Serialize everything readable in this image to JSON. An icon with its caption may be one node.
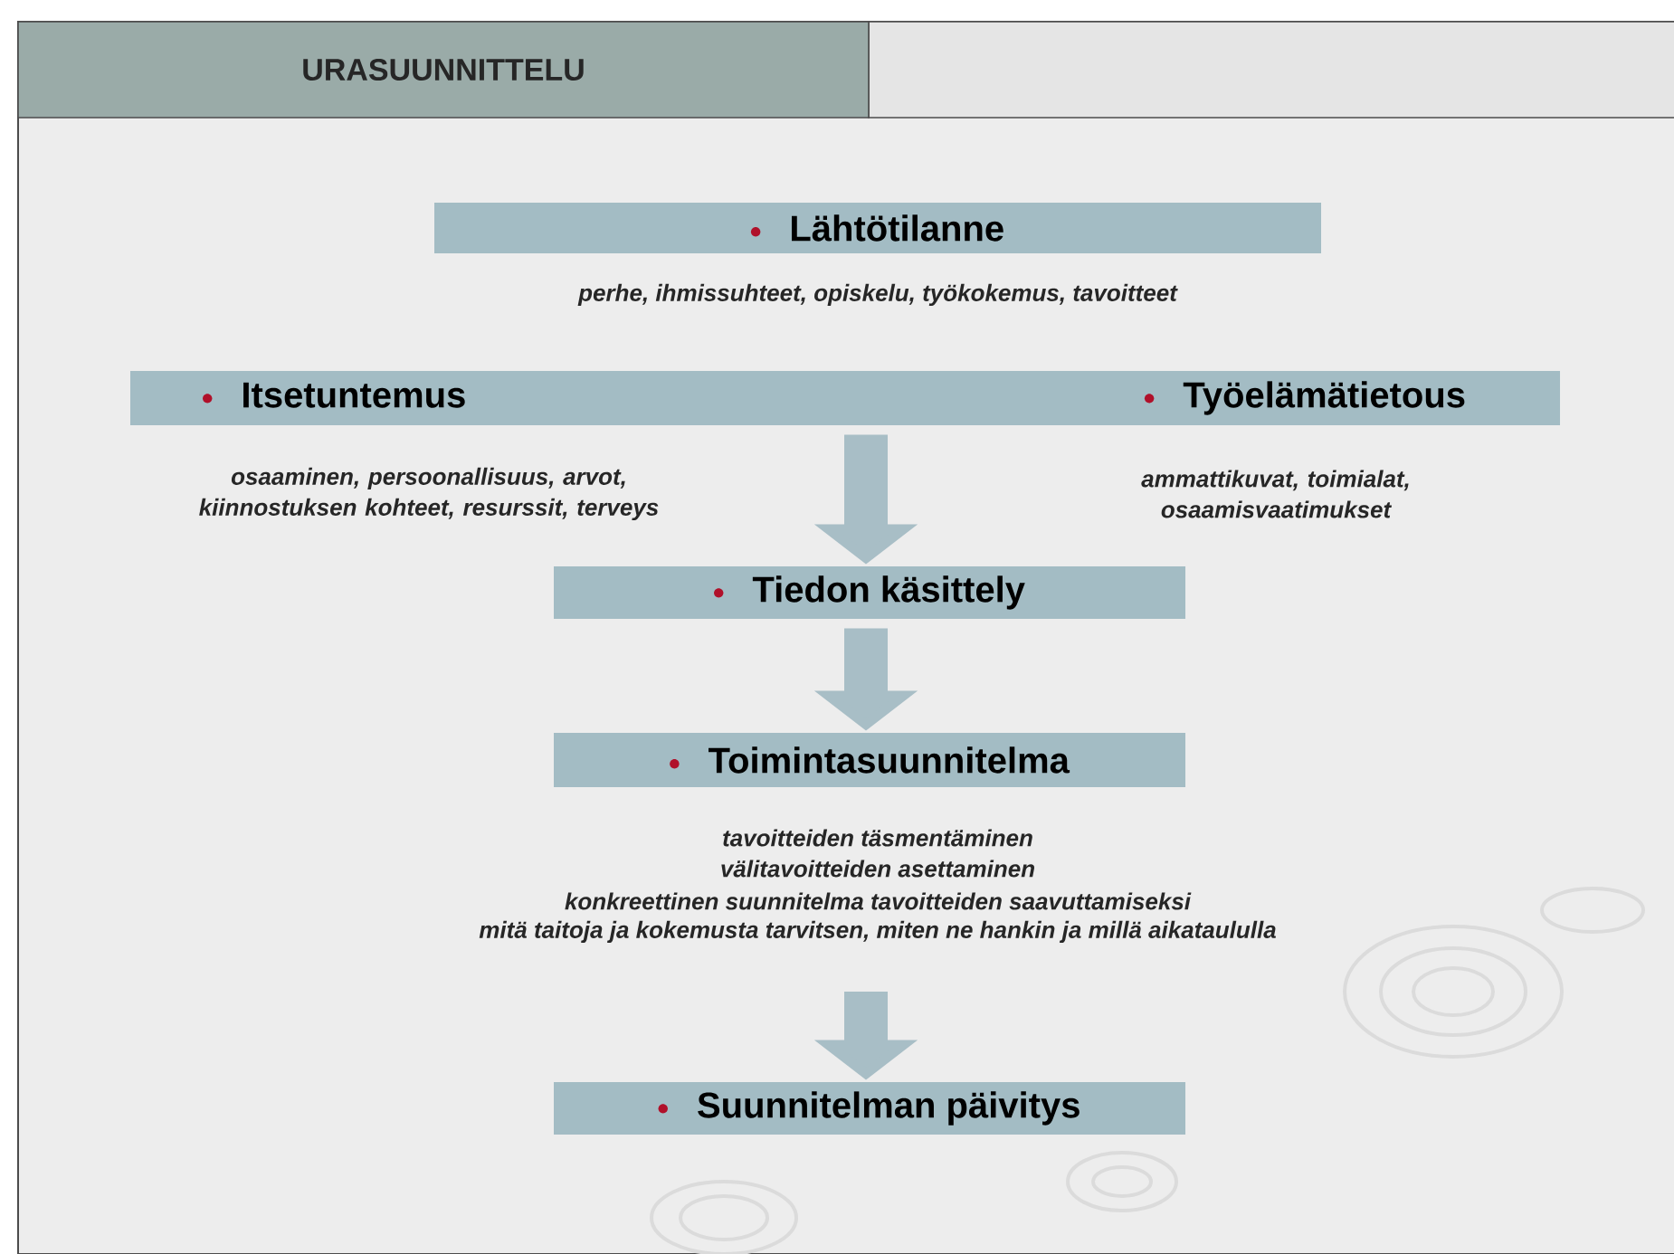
{
  "diagram": {
    "title": "URASUUNNITTELU",
    "nodes": [
      {
        "text": [
          "Lähtötilanne"
        ],
        "beside": [
          "perhe, ihmissuhteet, opiskelu, työkokemus, tavoitteet"
        ]
      },
      {
        "text": [
          "Itsetuntemus",
          "Työelämätietous"
        ],
        "beside": [
          "osaaminen, persoonallisuus, arvot, kiinnostuksen kohteet, resurssit, terveys",
          "ammattikuvat, toimialat, osaamisvaatimukset"
        ]
      },
      {
        "text": [
          "Tiedon käsittely"
        ]
      },
      {
        "text": [
          "Toimintasuunnitelma"
        ],
        "beside": [
          "tavoitteiden täsmentäminen",
          "välitavoitteiden asettaminen",
          "konkreettinen suunnitelma tavoitteiden saavuttamiseksi",
          "mitä taitoja ja kokemusta tarvitsen, miten ne hankin ja millä aikataululla"
        ]
      },
      {
        "text": [
          "Suunnitelman päivitys"
        ]
      }
    ],
    "edges": [
      {
        "from": 1,
        "to": 2,
        "arrow": "to"
      },
      {
        "from": 2,
        "to": 3,
        "arrow": "to"
      },
      {
        "from": 3,
        "to": 4,
        "arrow": "to"
      }
    ]
  }
}
